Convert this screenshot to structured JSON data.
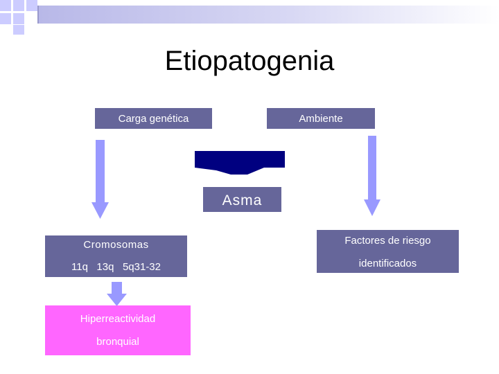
{
  "slide": {
    "title": "Etiopatogenia",
    "boxes": {
      "carga": "Carga genética",
      "ambiente": "Ambiente",
      "asma": "Asma",
      "cromosomas_line1": "Cromosomas",
      "cromosomas_line2": "11q   13q   5q31-32",
      "factores_line1": "Factores de riesgo",
      "factores_line2": "identificados",
      "hiper_line1": "Hiperreactividad",
      "hiper_line2": "bronquial"
    }
  },
  "colors": {
    "box_fill": "#66669a",
    "arrow_fill": "#9999ff",
    "merge_fill": "#000080",
    "hiper_fill": "#ff66ff",
    "header_squares": "#ccccff",
    "header_bar": "#c0c0e8"
  }
}
